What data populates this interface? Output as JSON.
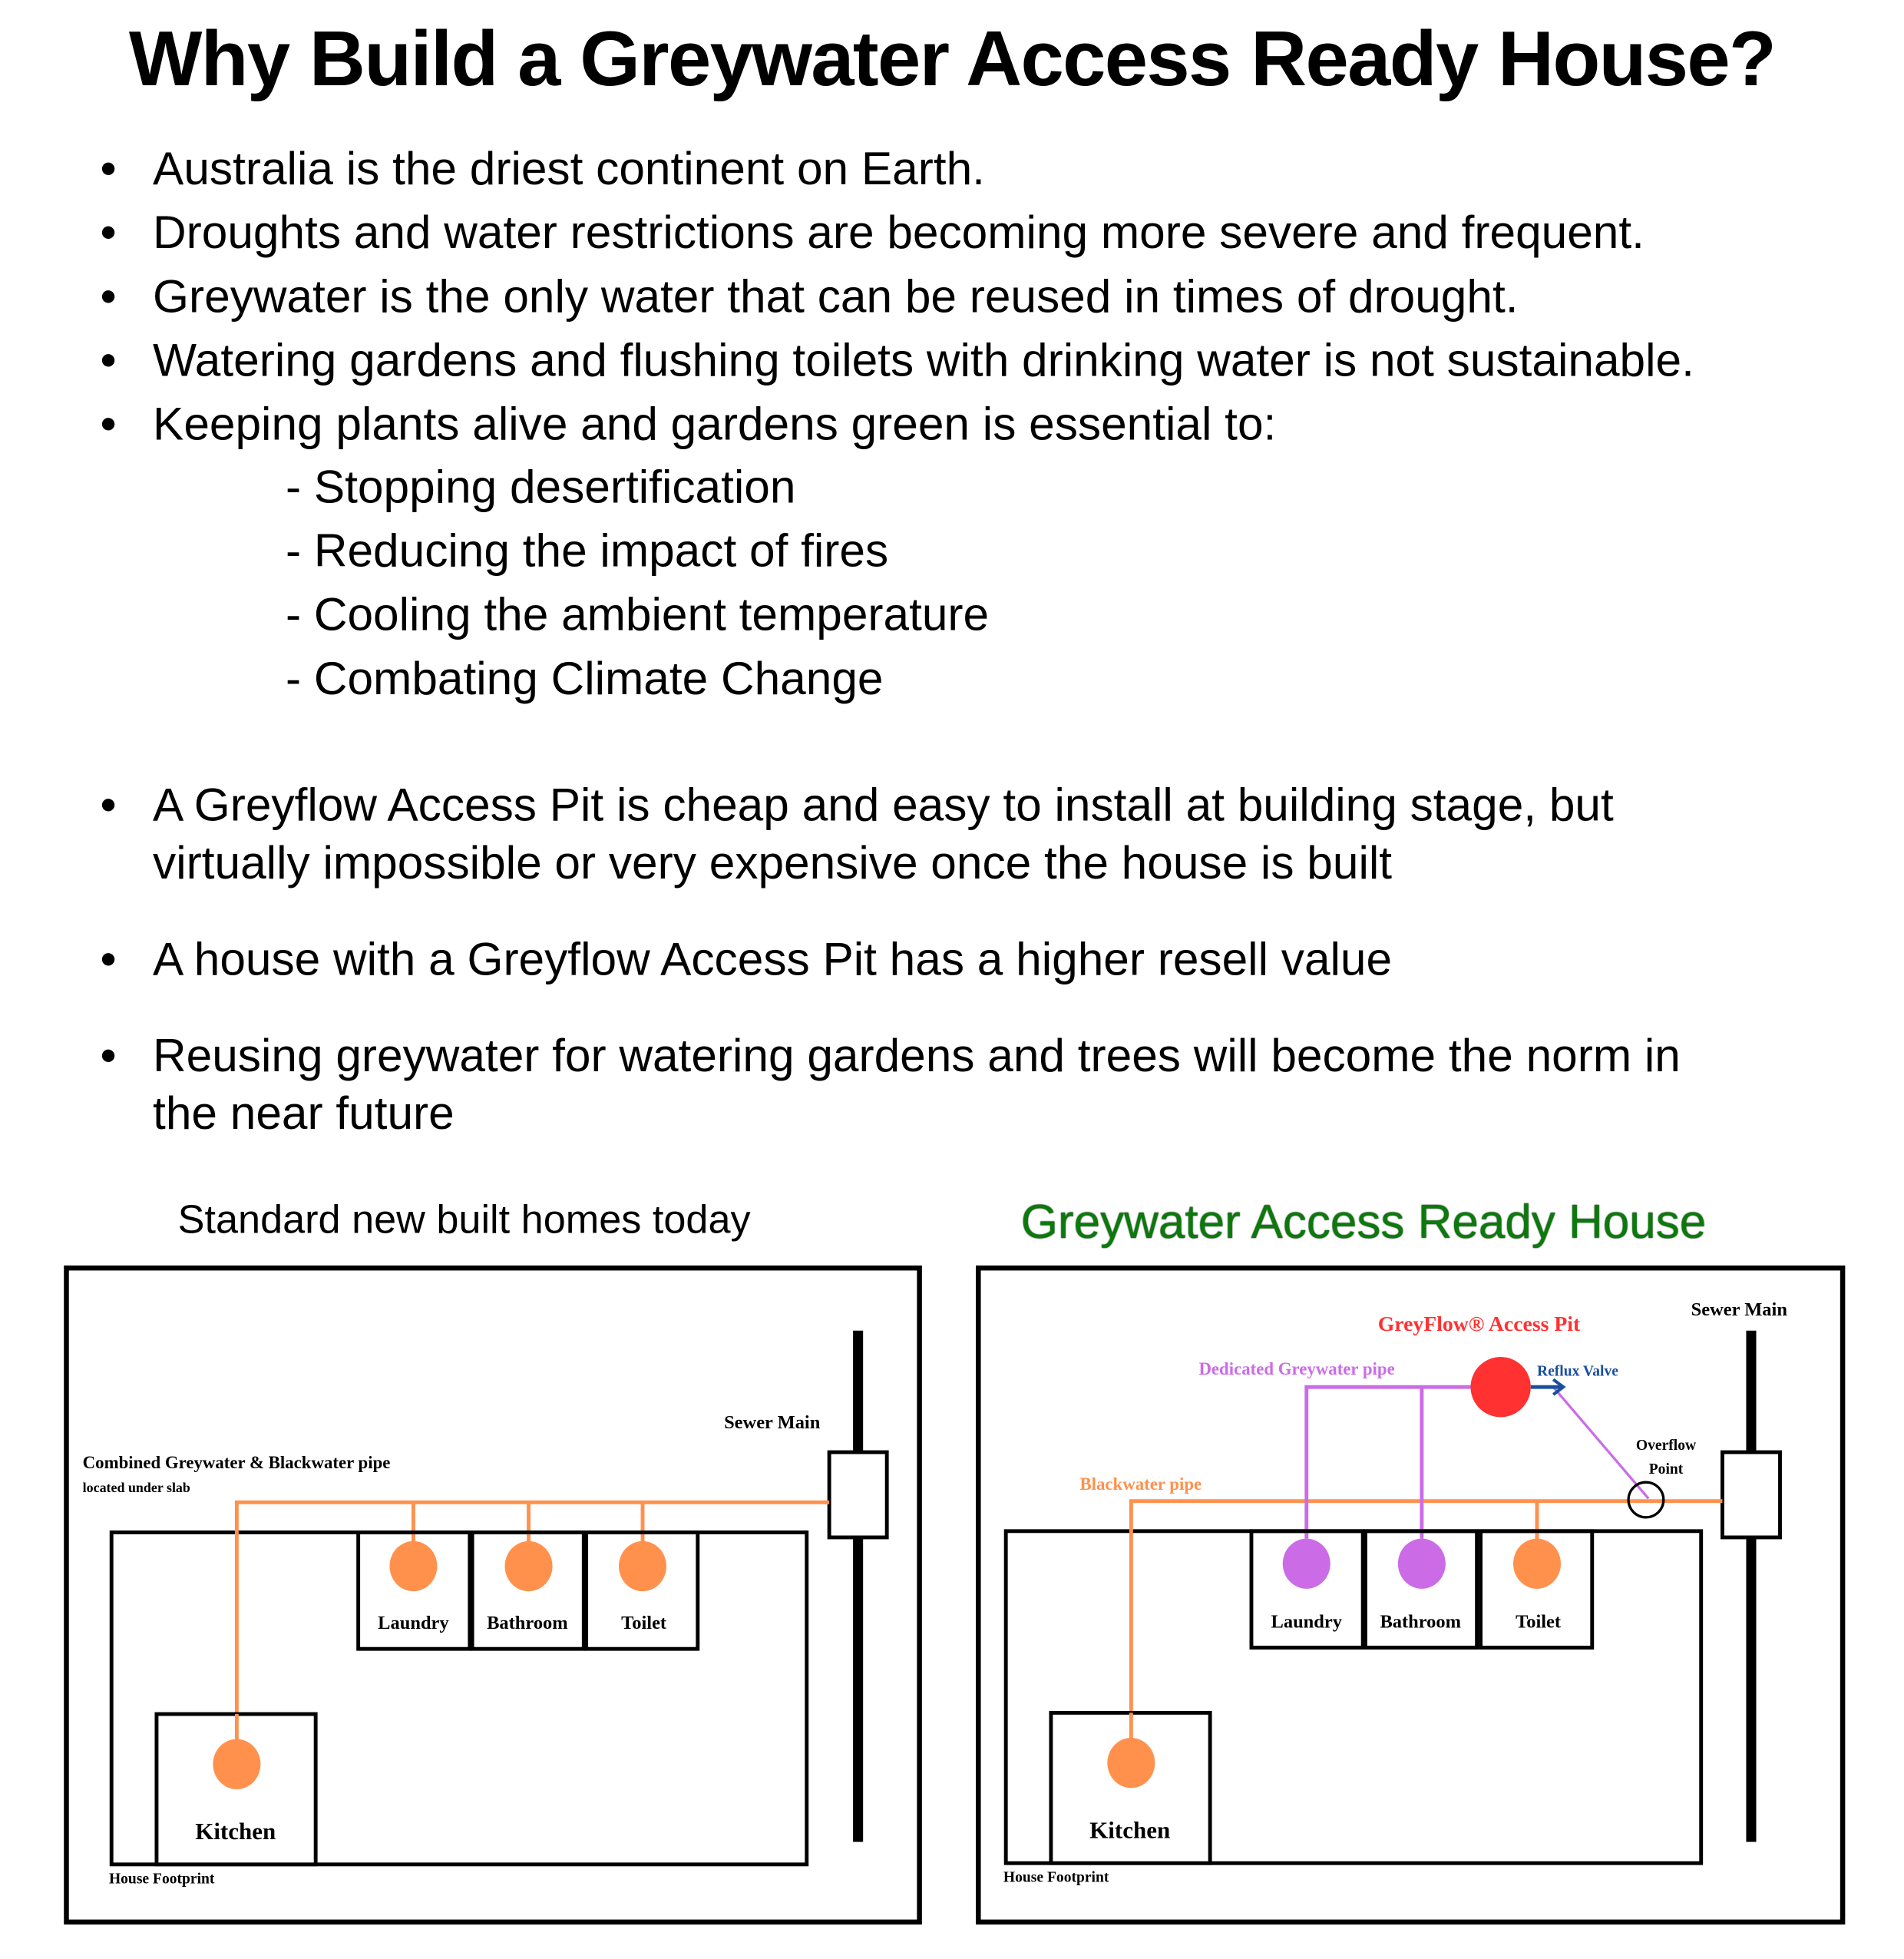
{
  "title": "Why Build a Greywater Access Ready House?",
  "bullet_char": "•",
  "bullets": [
    "Australia is the driest continent on Earth.",
    "Droughts and water restrictions are becoming more severe and frequent.",
    "Greywater is the only water that can be reused in times of drought.",
    "Watering gardens and flushing toilets with drinking water is not sustainable.",
    "Keeping plants alive and gardens green is essential to:"
  ],
  "sub_items": [
    "- Stopping desertification",
    "- Reducing the impact of fires",
    "- Cooling the ambient temperature",
    "- Combating Climate Change"
  ],
  "bullets2": [
    [
      "A Greyflow Access Pit is cheap and easy to install at building stage, but",
      "virtually impossible or very expensive once the house is built"
    ],
    [
      "A house with a Greyflow Access Pit has a higher resell value"
    ],
    [
      "Reusing greywater for watering gardens and trees will become the norm in",
      "the near future"
    ]
  ],
  "left": {
    "caption": "Standard new built homes today",
    "sewer": "Sewer Main",
    "pipe": "Combined Greywater & Blackwater pipe",
    "pipe_note": "located under slab",
    "rooms": [
      "Laundry",
      "Bathroom",
      "Toilet"
    ],
    "kitchen": "Kitchen",
    "footprint": "House  Footprint"
  },
  "right": {
    "caption": "Greywater Access Ready House",
    "pit": "GreyFlow® Access Pit",
    "sewer": "Sewer Main",
    "grey_pipe": "Dedicated Greywater pipe",
    "reflux": "Reflux Valve",
    "overflow1": "Overflow",
    "overflow2": "Point",
    "black_pipe": "Blackwater pipe",
    "rooms": [
      "Laundry",
      "Bathroom",
      "Toilet"
    ],
    "kitchen": "Kitchen",
    "footprint": "House  Footprint"
  },
  "colors": {
    "orange": "#ff914d",
    "purple": "#cb6ce6",
    "red": "#ff3131",
    "green": "#0a7a0a",
    "blue": "#1a4fa0"
  }
}
